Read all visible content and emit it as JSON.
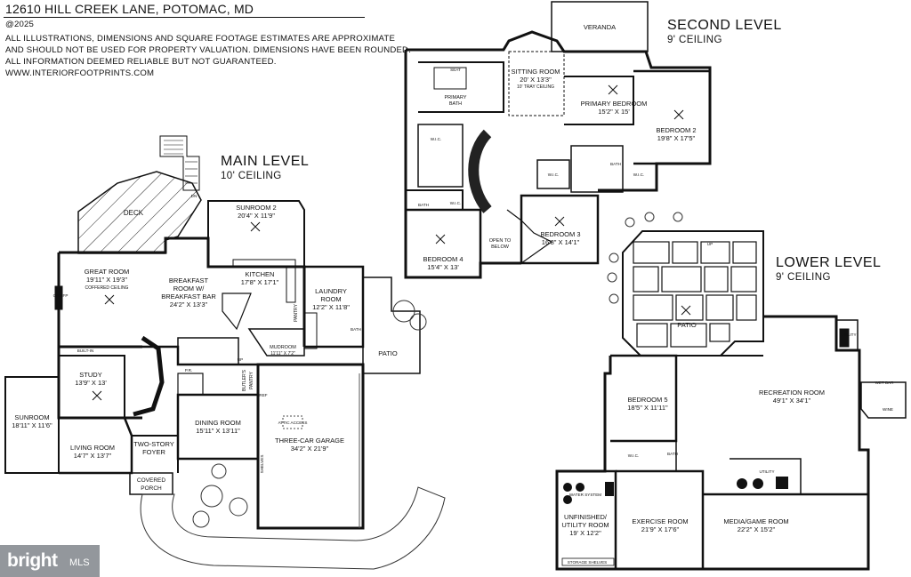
{
  "header": {
    "address": "12610 HILL CREEK LANE, POTOMAC, MD",
    "copyright": "@2025",
    "disclaimer_lines": [
      "ALL ILLUSTRATIONS, DIMENSIONS AND SQUARE FOOTAGE ESTIMATES ARE APPROXIMATE",
      "AND  SHOULD NOT BE USED FOR PROPERTY VALUATION. DIMENSIONS HAVE BEEN ROUNDED.",
      "ALL INFORMATION DEEMED RELIABLE BUT NOT GUARANTEED.",
      "WWW.INTERIORFOOTPRINTS.COM"
    ]
  },
  "levels": {
    "main": {
      "name": "MAIN LEVEL",
      "ceiling": "10' CEILING"
    },
    "second": {
      "name": "SECOND LEVEL",
      "ceiling": "9' CEILING"
    },
    "lower": {
      "name": "LOWER LEVEL",
      "ceiling": "9' CEILING"
    }
  },
  "rooms": {
    "deck": {
      "name": "DECK"
    },
    "sunroom2": {
      "name": "SUNROOM 2",
      "dims": "20'4\" X 11'9\""
    },
    "great_room": {
      "name": "GREAT ROOM",
      "dims": "19'11\" X 19'3\"",
      "note": "COFFERED CEILING"
    },
    "breakfast": {
      "line1": "BREAKFAST",
      "line2": "ROOM W/",
      "line3": "BREAKFAST BAR",
      "dims": "24'2\" X 13'3\""
    },
    "kitchen": {
      "name": "KITCHEN",
      "dims": "17'8\" X 17'1\""
    },
    "laundry": {
      "name": "LAUNDRY",
      "line2": "ROOM",
      "dims": "12'2\" X 11'8\""
    },
    "pantry": {
      "name": "PANTRY"
    },
    "mudroom": {
      "name": "MUDROOM",
      "dims": "11'11\" X 7'2\""
    },
    "study": {
      "name": "STUDY",
      "dims": "13'9\" X 13'"
    },
    "sunroom": {
      "name": "SUNROOM",
      "dims": "18'11\" X 11'6\""
    },
    "living_room": {
      "name": "LIVING ROOM",
      "dims": "14'7\" X 13'7\""
    },
    "foyer": {
      "name": "TWO-STORY",
      "line2": "FOYER"
    },
    "porch": {
      "name": "COVERED",
      "line2": "PORCH"
    },
    "dining": {
      "name": "DINING ROOM",
      "dims": "15'11\" X 13'11\""
    },
    "butlers_pantry": {
      "name": "BUTLER'S",
      "line2": "PANTRY"
    },
    "garage": {
      "name": "THREE-CAR GARAGE",
      "dims": "34'2\" X 21'9\""
    },
    "patio_main": {
      "name": "PATIO"
    },
    "veranda": {
      "name": "VERANDA"
    },
    "sitting_room": {
      "name": "SITTING ROOM",
      "dims": "20' X 13'3\"",
      "note": "10' TRAY CEILING"
    },
    "primary_bedroom": {
      "name": "PRIMARY BEDROOM",
      "dims": "15'2\" X 15'"
    },
    "primary_bath": {
      "name": "PRIMARY",
      "line2": "BATH"
    },
    "bedroom2": {
      "name": "BEDROOM 2",
      "dims": "19'8\" X 17'5\""
    },
    "bedroom3": {
      "name": "BEDROOM 3",
      "dims": "16'8\" X 14'1\""
    },
    "bedroom4": {
      "name": "BEDROOM 4",
      "dims": "15'4\" X 13'"
    },
    "open_below": {
      "name": "OPEN TO",
      "line2": "BELOW"
    },
    "patio_lower": {
      "name": "PATIO"
    },
    "recreation": {
      "name": "RECREATION ROOM",
      "dims": "49'1\" X 34'1\""
    },
    "bedroom5": {
      "name": "BEDROOM 5",
      "dims": "18'5\" X 11'11\""
    },
    "unfinished": {
      "name": "UNFINISHED/",
      "line2": "UTILITY ROOM",
      "dims": "19' X 12'2\""
    },
    "exercise": {
      "name": "EXERCISE ROOM",
      "dims": "21'9\" X 17'6\""
    },
    "media": {
      "name": "MEDIA/GAME ROOM",
      "dims": "22'2\" X 15'2\""
    }
  },
  "small_labels": {
    "bath": "BATH",
    "wic": "W.I.C.",
    "pr": "P.R.",
    "utility": "UTILITY",
    "wet_bar": "WET BAR",
    "water_system": "WATER SYSTEM",
    "storage_shelves": "STORAGE SHELVES",
    "attic_access": "ATTIC ACCESS",
    "ref": "REF",
    "shelves": "SHELVES",
    "built_in": "BUILT-IN",
    "seat": "SEAT",
    "dn": "DN",
    "up": "UP",
    "gas_fp": "GAS FP",
    "wine": "WINE"
  },
  "watermark": {
    "brand": "bright",
    "suffix": "MLS"
  }
}
